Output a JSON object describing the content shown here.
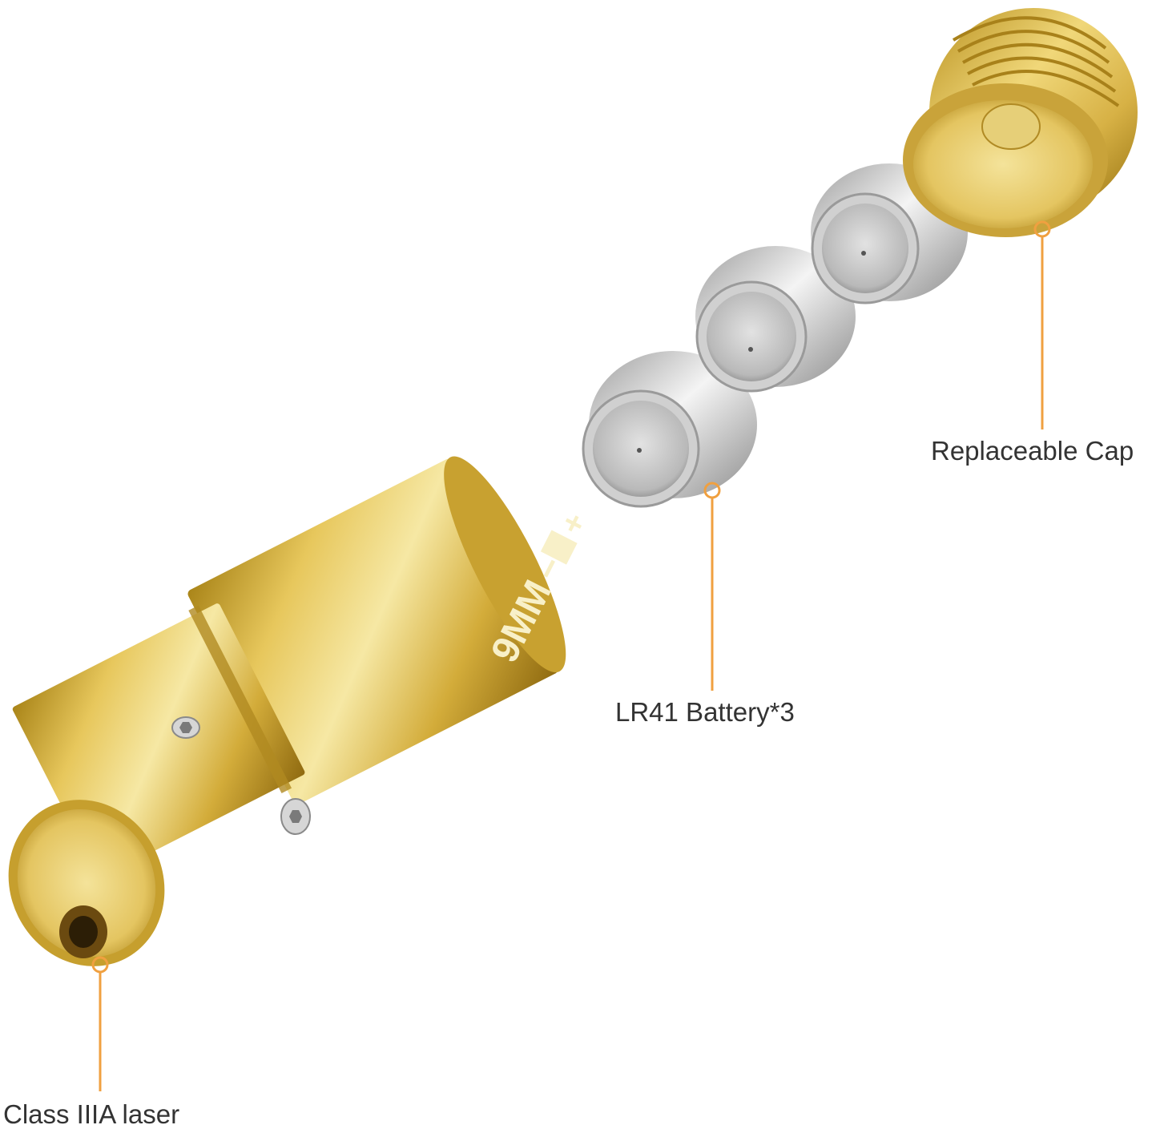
{
  "callouts": {
    "cap": "Replaceable Cap",
    "battery": "LR41 Battery*3",
    "laser": "Class IIIA laser"
  },
  "body_engraving": {
    "caliber": "9MM",
    "minus": "−",
    "plus": "+"
  },
  "colors": {
    "brass_light": "#f2e08e",
    "brass_mid": "#d8b440",
    "brass_dark": "#9a7412",
    "silver_light": "#f2f2f2",
    "silver_dark": "#8f8f8f",
    "callout_orange": "#f0a040",
    "label_text": "#333333"
  }
}
